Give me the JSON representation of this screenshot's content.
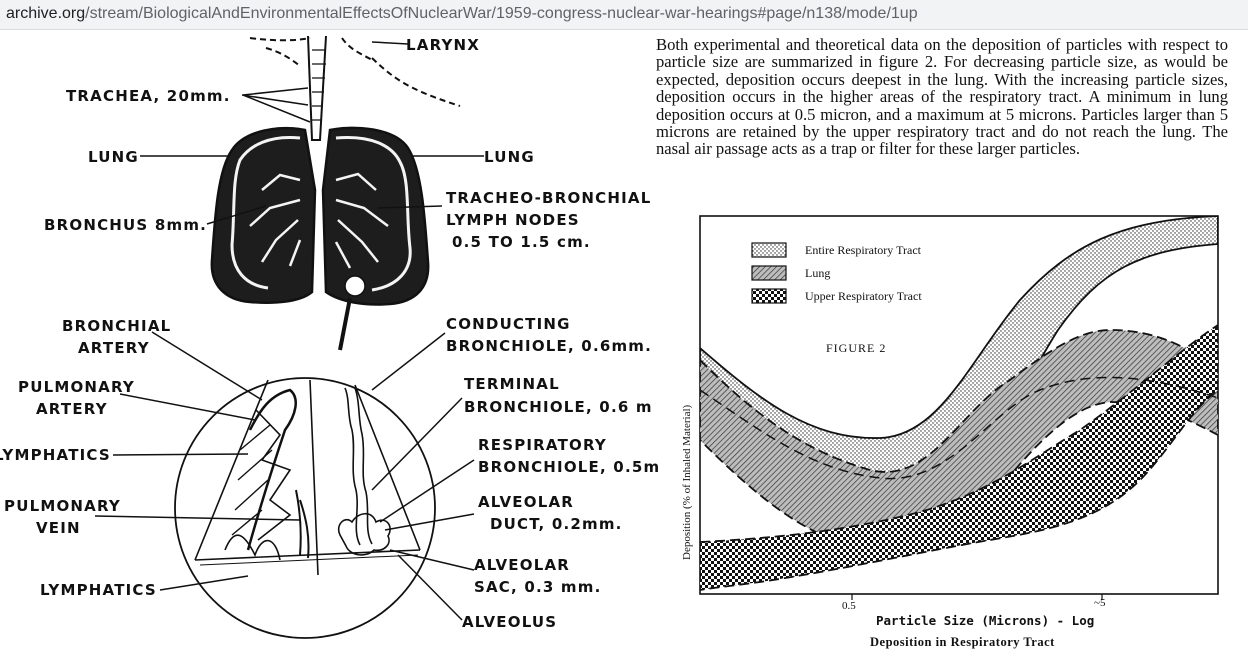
{
  "browser": {
    "url_host": "archive.org",
    "url_path": "/stream/BiologicalAndEnvironmentalEffectsOfNuclearWar/1959-congress-nuclear-war-hearings#page/n138/mode/1up"
  },
  "diagram_labels": {
    "larynx": "LARYNX",
    "trachea": "TRACHEA, 20mm.",
    "lung_left": "LUNG",
    "lung_right": "LUNG",
    "bronchus": "BRONCHUS 8mm.",
    "tracheo_1": "TRACHEO-BRONCHIAL",
    "tracheo_2": "LYMPH NODES",
    "tracheo_3": "0.5 TO  1.5 cm.",
    "bronchial_1": "BRONCHIAL",
    "bronchial_2": "ARTERY",
    "conducting_1": "CONDUCTING",
    "conducting_2": "BRONCHIOLE, 0.6mm.",
    "pulm_artery_1": "PULMONARY",
    "pulm_artery_2": "ARTERY",
    "terminal_1": "TERMINAL",
    "terminal_2": "BRONCHIOLE, 0.6 m",
    "lymphatics_top": "LYMPHATICS",
    "respiratory_1": "RESPIRATORY",
    "respiratory_2": "BRONCHIOLE, 0.5m",
    "pulm_vein_1": "PULMONARY",
    "pulm_vein_2": "VEIN",
    "alv_duct_1": "ALVEOLAR",
    "alv_duct_2": "DUCT, 0.2mm.",
    "alv_sac_1": "ALVEOLAR",
    "alv_sac_2": "SAC, 0.3 mm.",
    "lymphatics_bottom": "LYMPHATICS",
    "alveolus": "ALVEOLUS"
  },
  "paragraph": "Both experimental and theoretical data on the deposition of particles with respect to particle size are summarized in figure 2. For decreasing particle size, as would be expected, deposition occurs deepest in the lung. With the increasing particle sizes, deposition occurs in the higher areas of the respiratory tract. A minimum in lung deposition occurs at 0.5 micron, and a maximum at 5 microns. Particles larger than 5 microns are retained by the upper respiratory tract and do not reach the lung. The nasal air passage acts as a trap or filter for these larger particles.",
  "figure": {
    "legend": [
      "Entire Respiratory Tract",
      "Lung",
      "Upper Respiratory Tract"
    ],
    "label": "FIGURE 2",
    "ylabel": "Deposition (% of Inhaled Material)",
    "tick_05": "0.5",
    "tick_5": "~5",
    "xlabel": "Particle Size (Microns) - Log",
    "caption": "Deposition in Respiratory Tract"
  }
}
